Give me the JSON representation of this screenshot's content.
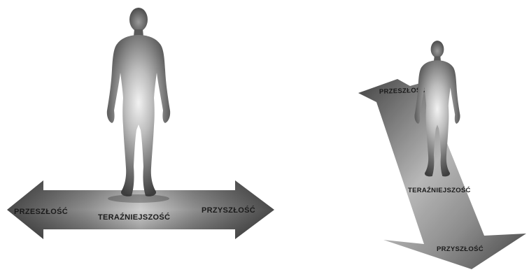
{
  "left_diagram": {
    "past_label": "PRZESZŁOŚĆ",
    "present_label": "TERAŹNIEJSZOŚĆ",
    "future_label": "PRZYSZŁOŚĆ"
  },
  "right_diagram": {
    "past_label": "PRZESZŁOŚĆ",
    "present_label": "TERAŹNIEJSZOŚĆ",
    "future_label": "PRZYSZŁOŚĆ"
  }
}
